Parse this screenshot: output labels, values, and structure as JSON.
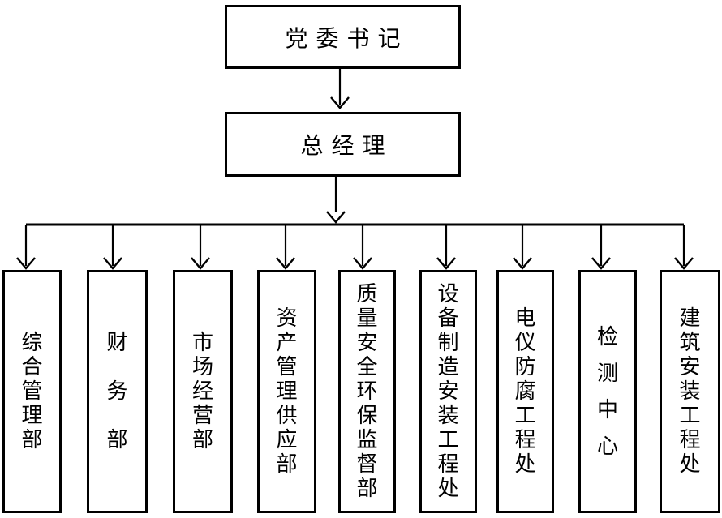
{
  "org_chart": {
    "type": "organization-chart",
    "level1": {
      "label": "党委书记"
    },
    "level2": {
      "label": "总经理"
    },
    "departments": [
      {
        "label": "综合管理部"
      },
      {
        "label": "财务部"
      },
      {
        "label": "市场经营部"
      },
      {
        "label": "资产管理供应部"
      },
      {
        "label": "质量安全环保监督部"
      },
      {
        "label": "设备制造安装工程处"
      },
      {
        "label": "电仪防腐工程处"
      },
      {
        "label": "检测中心"
      },
      {
        "label": "建筑安装工程处"
      }
    ]
  },
  "colors": {
    "line": "#000000",
    "background": "#ffffff",
    "box_fill": "#ffffff",
    "text": "#000000"
  }
}
